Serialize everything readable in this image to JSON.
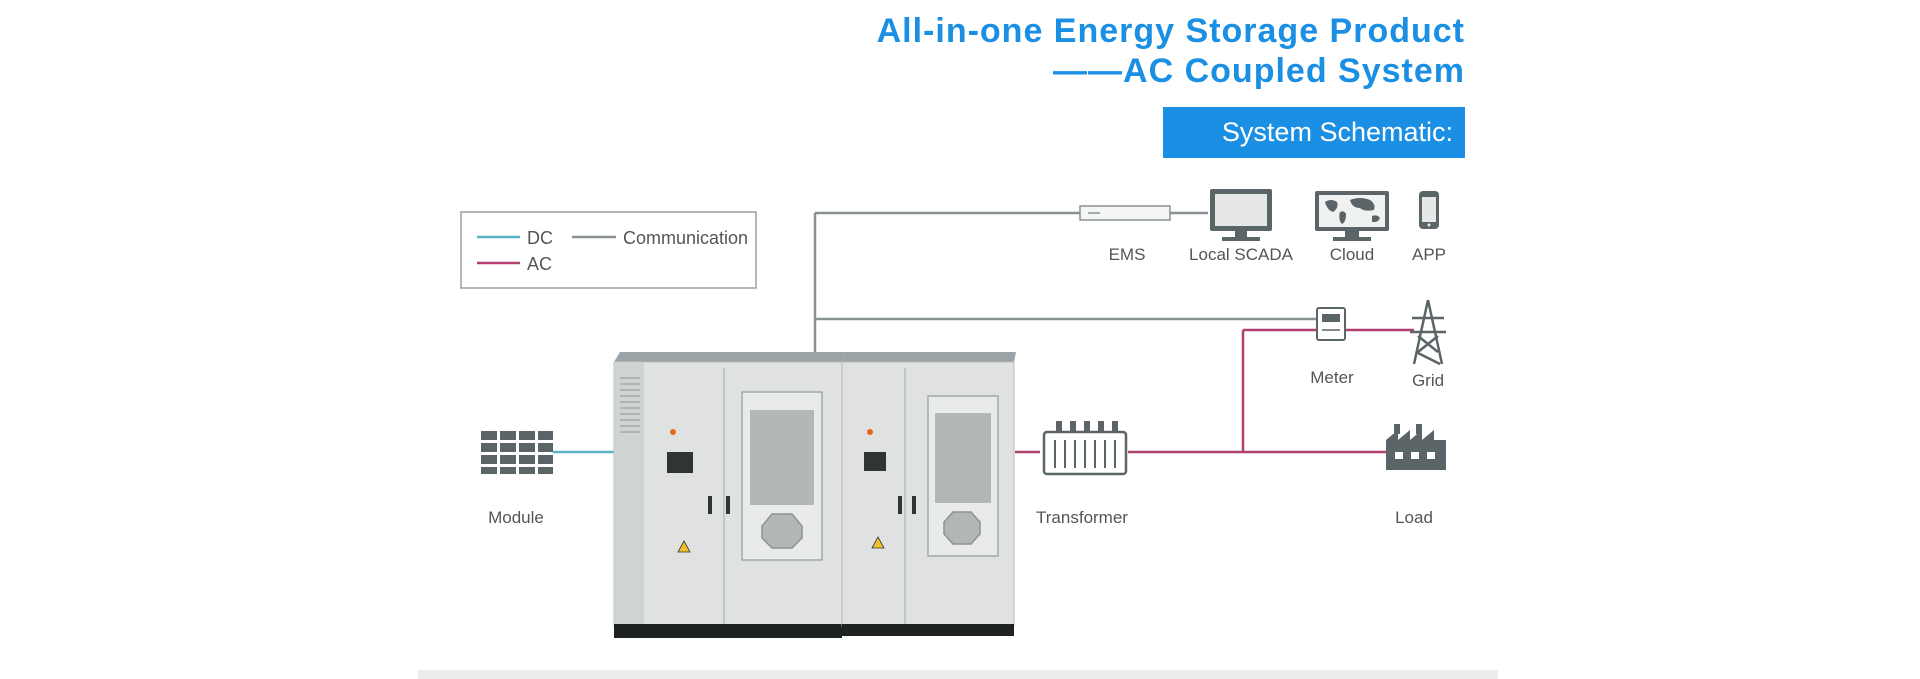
{
  "title": {
    "line1": "All-in-one Energy Storage Product",
    "line2": "——AC Coupled System"
  },
  "badge": "System Schematic:",
  "legend": {
    "dc": "DC",
    "ac": "AC",
    "communication": "Communication"
  },
  "labels": {
    "ems": "EMS",
    "local_scada": "Local SCADA",
    "cloud": "Cloud",
    "app": "APP",
    "meter": "Meter",
    "grid": "Grid",
    "module": "Module",
    "transformer": "Transformer",
    "load": "Load"
  },
  "colors": {
    "accent": "#1a8fe3",
    "dc": "#5ab4c8",
    "ac": "#b0406e",
    "communication": "#8a9294"
  },
  "icons": [
    "monitor-icon",
    "cloud-world-map-icon",
    "phone-icon",
    "meter-icon",
    "power-pylon-icon",
    "solar-module-icon",
    "transformer-icon",
    "factory-icon",
    "ems-device-icon",
    "warning-icon"
  ]
}
